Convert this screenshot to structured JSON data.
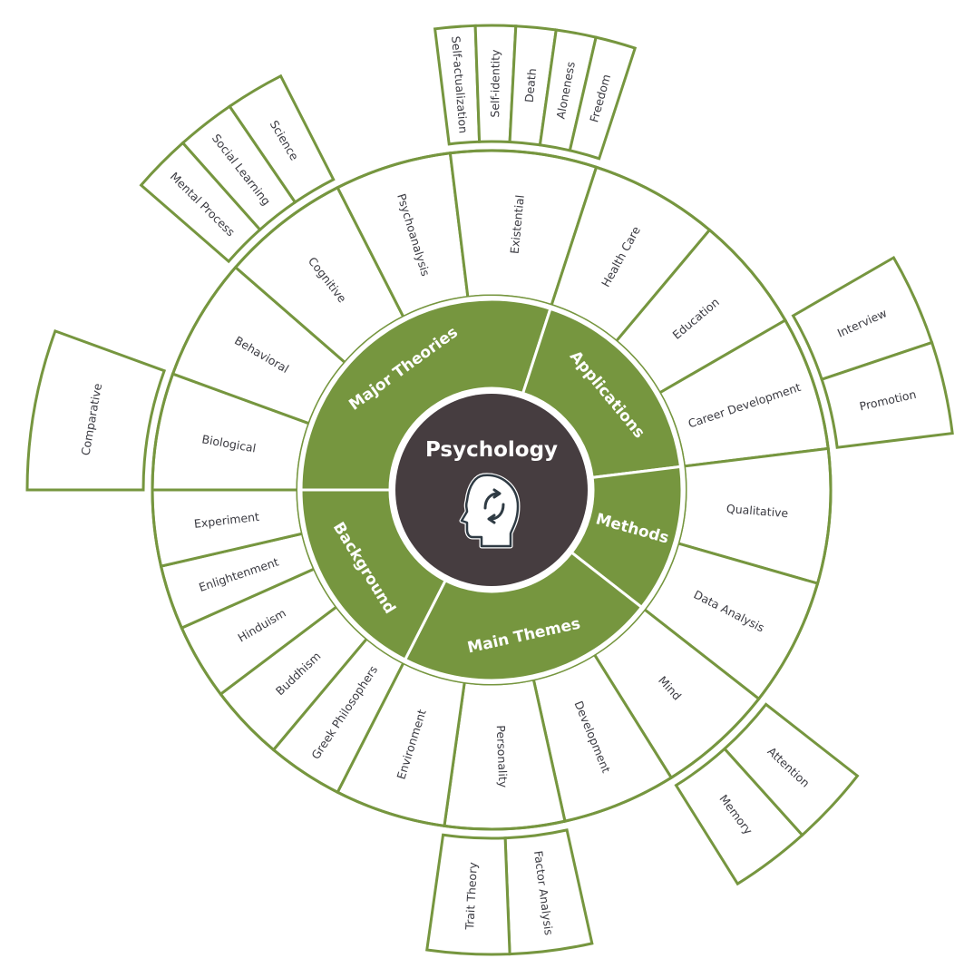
{
  "title": "Psychology",
  "colors": {
    "accent": "#76963f",
    "center": "#463d40",
    "background": "#ffffff",
    "leaf_text": "#3b3b42",
    "category_text": "#ffffff"
  },
  "center": {
    "label": "Psychology",
    "icon": "head-with-cycle-arrows-icon"
  },
  "categories": [
    {
      "label": "Major Theories",
      "start": 270,
      "end": 378
    },
    {
      "label": "Applications",
      "start": 18,
      "end": 83
    },
    {
      "label": "Methods",
      "start": 83,
      "end": 128
    },
    {
      "label": "Main Themes",
      "start": 128,
      "end": 207
    },
    {
      "label": "Background",
      "start": 207,
      "end": 270
    }
  ],
  "subtopics": [
    {
      "label": "Biological",
      "start": 270,
      "end": 290,
      "children": [
        "Comparative"
      ]
    },
    {
      "label": "Behavioral",
      "start": 290,
      "end": 311,
      "children": []
    },
    {
      "label": "Cognitive",
      "start": 311,
      "end": 333,
      "children": [
        "Mental Process",
        "Social Learning",
        "Science"
      ]
    },
    {
      "label": "Psychoanalysis",
      "start": 333,
      "end": 353,
      "children": []
    },
    {
      "label": "Existential",
      "start": 353,
      "end": 378,
      "children": [
        "Self-actualization",
        "Self-identity",
        "Death",
        "Aloneness",
        "Freedom"
      ]
    },
    {
      "label": "Health Care",
      "start": 18,
      "end": 40,
      "children": []
    },
    {
      "label": "Education",
      "start": 40,
      "end": 60,
      "children": []
    },
    {
      "label": "Career Development",
      "start": 60,
      "end": 83,
      "children": [
        "Interview",
        "Promotion"
      ]
    },
    {
      "label": "Qualitative",
      "start": 83,
      "end": 106,
      "children": []
    },
    {
      "label": "Data Analysis",
      "start": 106,
      "end": 128,
      "children": []
    },
    {
      "label": "Mind",
      "start": 128,
      "end": 148,
      "children": [
        "Attention",
        "Memory"
      ]
    },
    {
      "label": "Development",
      "start": 148,
      "end": 167.5,
      "children": []
    },
    {
      "label": "Personality",
      "start": 167.5,
      "end": 188,
      "children": [
        "Factor Analysis",
        "Trait Theory"
      ]
    },
    {
      "label": "Environment",
      "start": 188,
      "end": 207,
      "children": []
    },
    {
      "label": "Greek Philosophers",
      "start": 207,
      "end": 220,
      "children": []
    },
    {
      "label": "Buddhism",
      "start": 220,
      "end": 233,
      "children": []
    },
    {
      "label": "Hinduism",
      "start": 233,
      "end": 246,
      "children": []
    },
    {
      "label": "Enlightenment",
      "start": 246,
      "end": 257,
      "children": []
    },
    {
      "label": "Experiment",
      "start": 257,
      "end": 270,
      "children": []
    }
  ]
}
